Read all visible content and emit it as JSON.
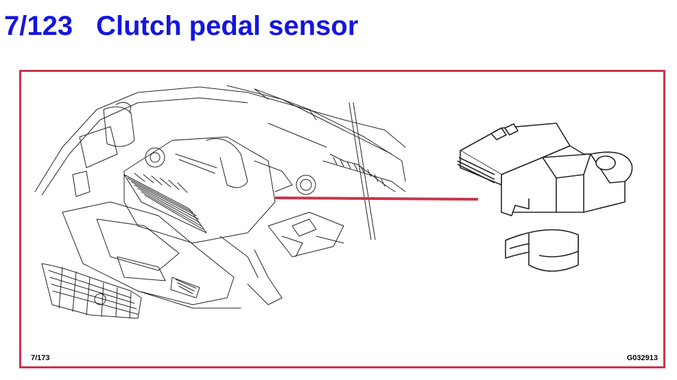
{
  "header": {
    "number": "7/123",
    "title": "Clutch pedal sensor",
    "color": "#1515e0"
  },
  "figure": {
    "page_ref": "7/173",
    "figure_code": "G032913",
    "frame_color": "#c8344c",
    "callout_color": "#c8344c"
  }
}
